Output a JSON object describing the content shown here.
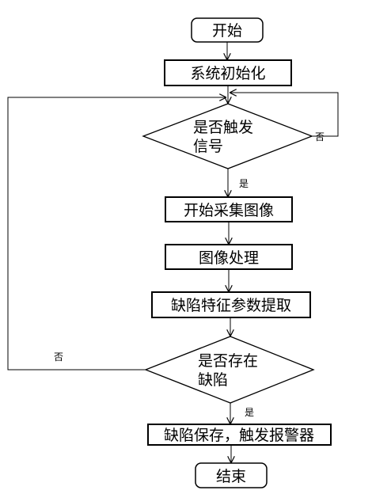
{
  "nodes": {
    "start": "开始",
    "init": "系统初始化",
    "trigger": [
      "是否触发",
      "信号"
    ],
    "acquire": "开始采集图像",
    "process": "图像处理",
    "extract": "缺陷特征参数提取",
    "defect": [
      "是否存在",
      "缺陷"
    ],
    "save": "缺陷保存，触发报警器",
    "end": "结束"
  },
  "edge_labels": {
    "trigger_no": "否",
    "trigger_yes": "是",
    "defect_no": "否",
    "defect_yes": "是"
  }
}
